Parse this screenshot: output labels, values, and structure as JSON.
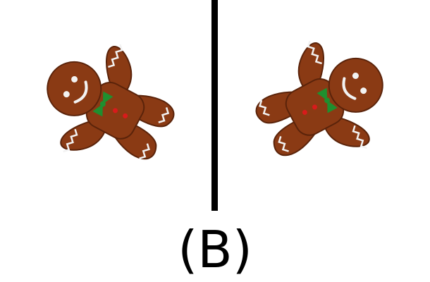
{
  "caption": "(B)",
  "figures": [
    {
      "name": "gingerbread-man",
      "view": "left",
      "icon": "gingerbread-man-icon"
    },
    {
      "name": "gingerbread-man",
      "view": "right-mirrored",
      "icon": "gingerbread-man-icon"
    }
  ],
  "colors": {
    "cookie": "#8a3a14",
    "cookie_edge": "#5a230a",
    "icing": "#f2f2f2",
    "bowtie": "#1f8f2f",
    "buttons": "#d81b1b",
    "divider": "#000000",
    "background": "#ffffff"
  }
}
